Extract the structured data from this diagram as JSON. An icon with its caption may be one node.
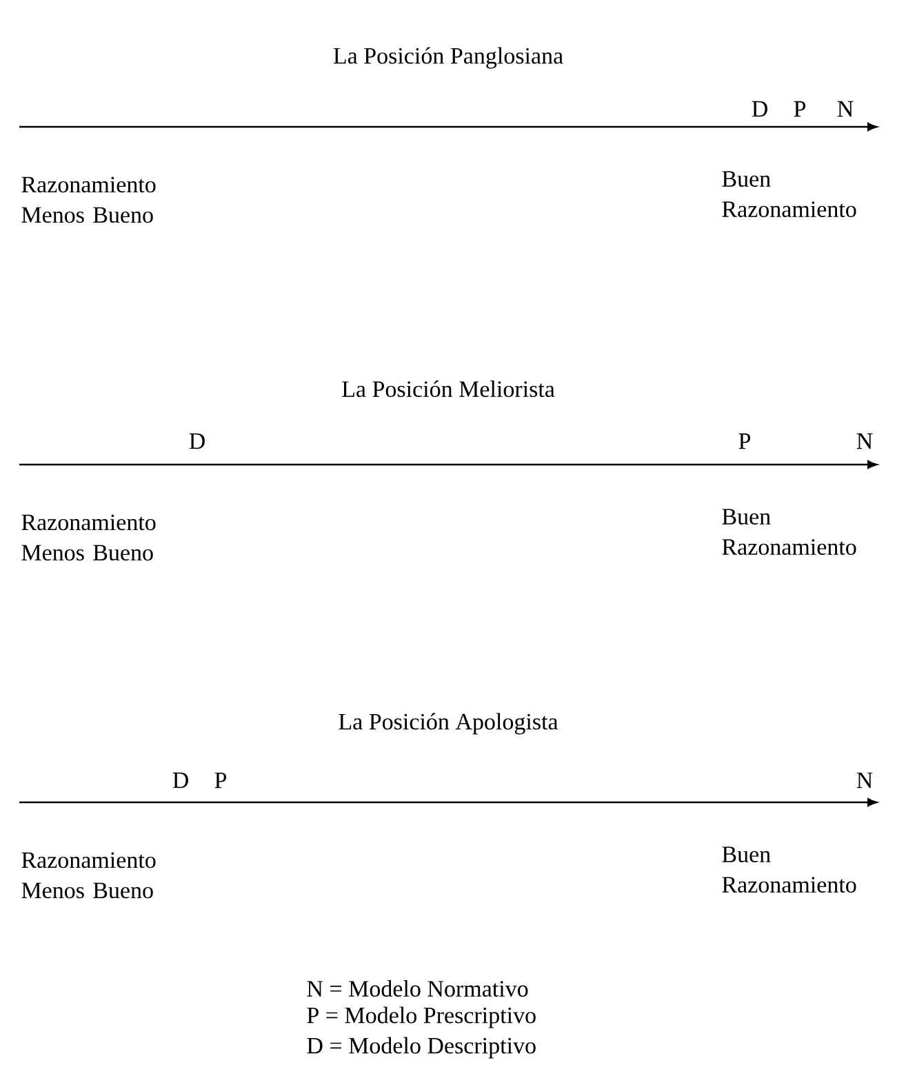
{
  "diagram": {
    "labels": [
      "La Posición Panglosiana",
      "D",
      "P",
      "N",
      "Razonamiento Menos Bueno",
      "Buen Razonamiento",
      "La Posición Meliorista",
      "D",
      "P",
      "N",
      "Razonamiento Menos Bueno",
      "Buen Razonamiento",
      "La Posición Apologista",
      "D",
      "P",
      "N",
      "Razonamiento Menos Bueno",
      "Buen Razonamiento",
      "N = Modelo Normativo",
      "P = Modelo Prescriptivo",
      "D = Modelo Descriptivo"
    ]
  }
}
